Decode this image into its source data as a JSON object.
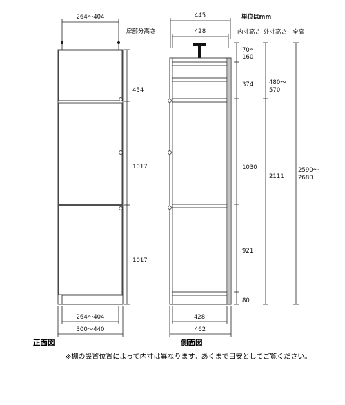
{
  "headers": {
    "unit": "単位はmm",
    "inner_height": "内寸高さ",
    "outer_height": "外寸高さ",
    "total_height": "全高"
  },
  "front": {
    "top_width": "264～404",
    "door_split_label": "扉部分高さ",
    "door1": "454",
    "door2": "1017",
    "door3": "1017",
    "bottom_inner": "264～404",
    "bottom_outer": "300～440",
    "title": "正面図"
  },
  "side": {
    "top_outer": "445",
    "top_inner": "428",
    "inner_1a": "70～",
    "inner_1b": "160",
    "inner_2": "374",
    "inner_3": "1030",
    "inner_4": "921",
    "inner_5": "80",
    "outer_1a": "480～",
    "outer_1b": "570",
    "outer_2": "2111",
    "total_a": "2590～",
    "total_b": "2680",
    "bottom_inner": "428",
    "bottom_outer": "462",
    "title": "側面図"
  },
  "footnote": "※棚の設置位置によって内寸は異なります。あくまで目安としてご覧ください。"
}
